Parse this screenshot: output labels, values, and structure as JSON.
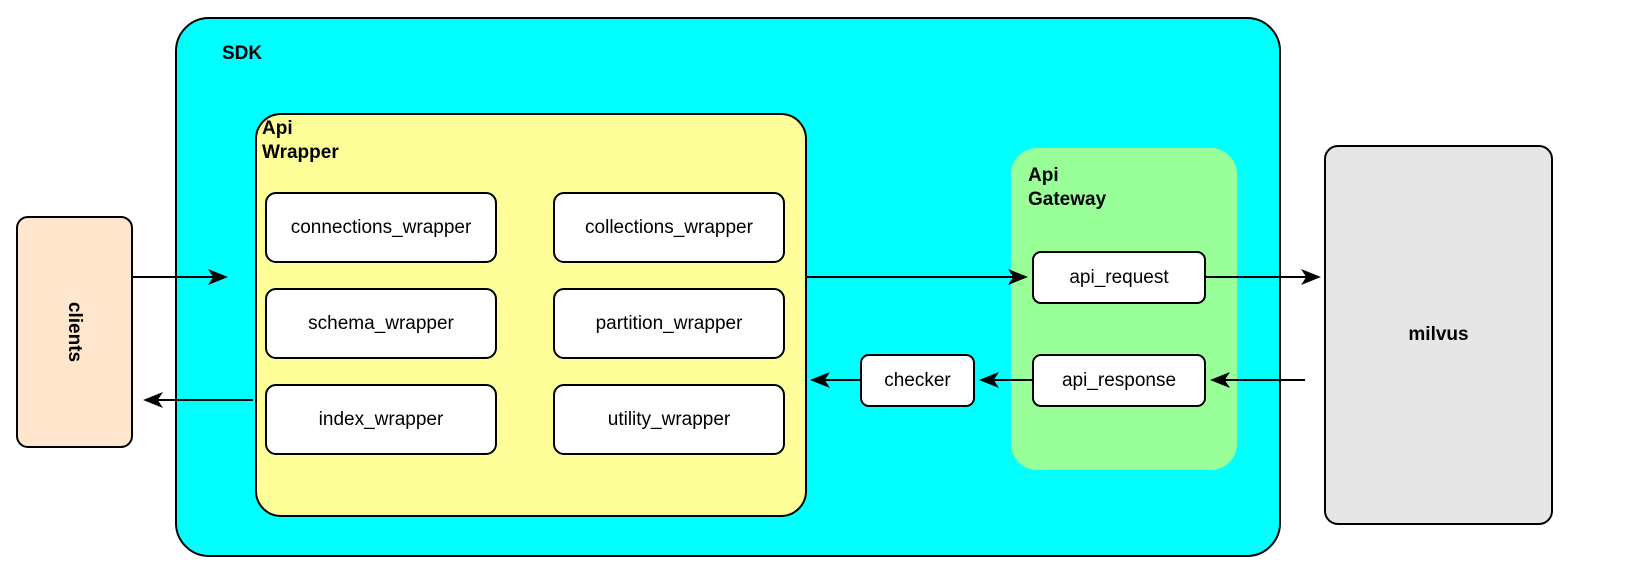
{
  "diagram": {
    "title": "SDK / Api Wrapper / Api Gateway / milvus architecture",
    "colors": {
      "sdk_fill": "#00FFFF",
      "api_wrapper_fill": "#FFFF99",
      "api_gateway_fill": "#99FF99",
      "clients_fill": "#FFE6CC",
      "milvus_fill": "#E6E6E6",
      "node_fill": "#FFFFFF",
      "stroke": "#000000"
    }
  },
  "sdk": {
    "label": "SDK"
  },
  "api_wrapper": {
    "label": "Api\nWrapper",
    "cells": [
      {
        "label": "connections_wrapper"
      },
      {
        "label": "collections_wrapper"
      },
      {
        "label": "schema_wrapper"
      },
      {
        "label": "partition_wrapper"
      },
      {
        "label": "index_wrapper"
      },
      {
        "label": "utility_wrapper"
      }
    ]
  },
  "api_gateway": {
    "label": "Api\nGateway",
    "cells": [
      {
        "label": "api_request"
      },
      {
        "label": "api_response"
      }
    ]
  },
  "clients": {
    "label": "clients"
  },
  "milvus": {
    "label": "milvus"
  },
  "checker": {
    "label": "checker"
  },
  "edges": [
    {
      "name": "clients-to-api-wrapper",
      "direction": "right"
    },
    {
      "name": "api-wrapper-to-api-request",
      "direction": "right"
    },
    {
      "name": "api-request-to-milvus",
      "direction": "right"
    },
    {
      "name": "milvus-to-api-response",
      "direction": "left"
    },
    {
      "name": "api-response-to-checker",
      "direction": "left"
    },
    {
      "name": "checker-to-api-wrapper",
      "direction": "left"
    },
    {
      "name": "api-wrapper-to-clients",
      "direction": "left"
    }
  ]
}
